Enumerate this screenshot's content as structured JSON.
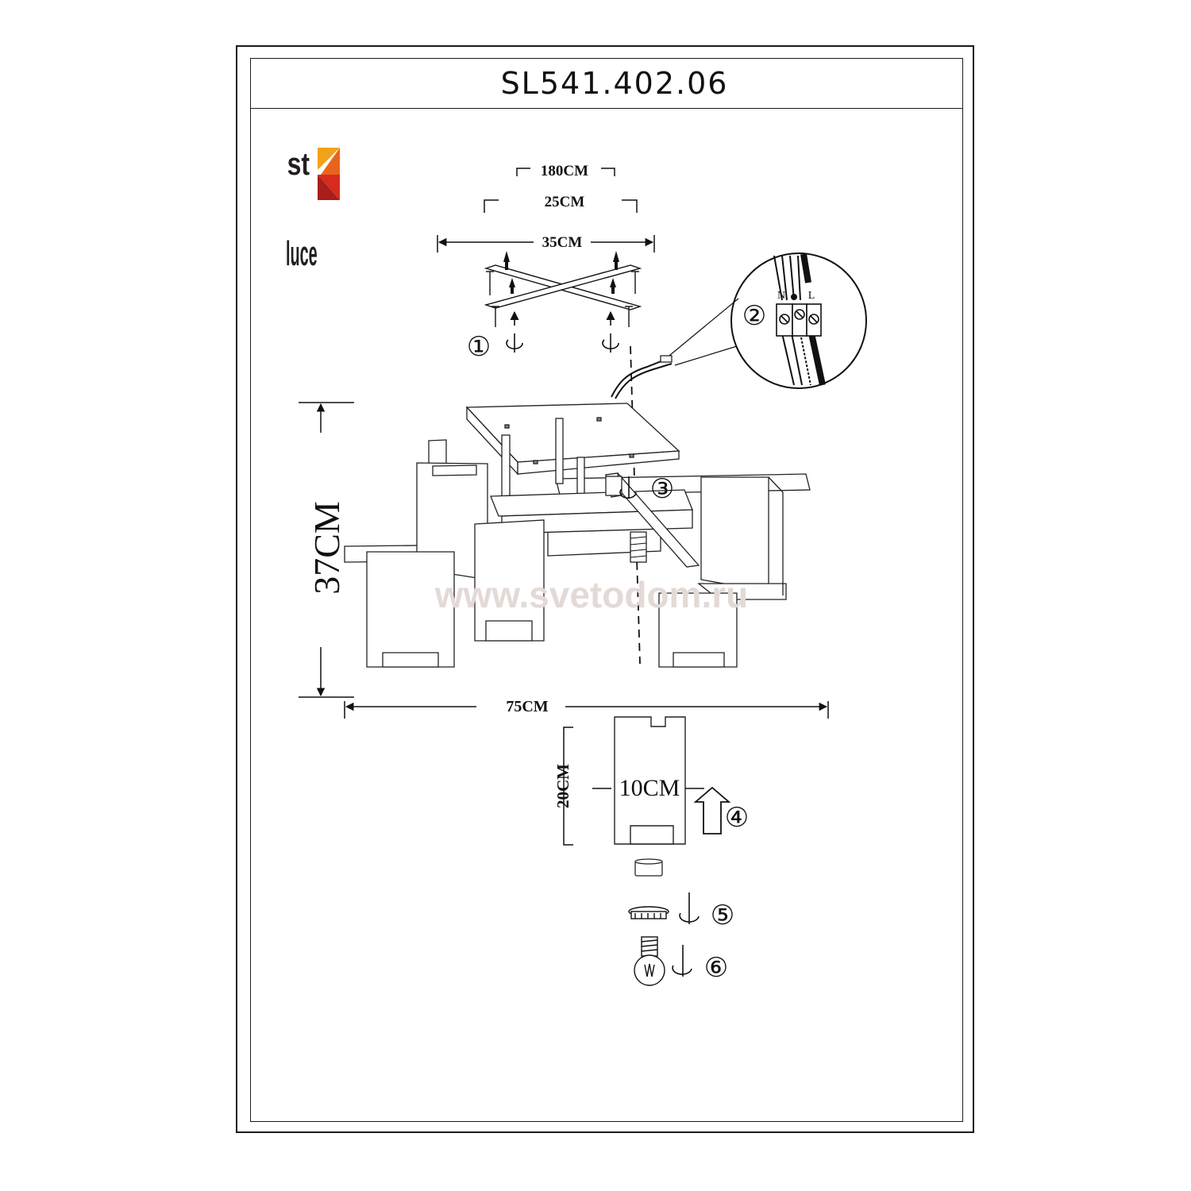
{
  "title": "SL541.402.06",
  "brand": {
    "logo_text_top": "st",
    "logo_text_bottom": "luce",
    "colors": {
      "orange": "#f4a11a",
      "red": "#d62c20",
      "dark_red": "#a81e1a",
      "ink": "#231f20"
    }
  },
  "dimensions": {
    "mount_a": "180CM",
    "mount_b": "25CM",
    "mount_c": "35CM",
    "height": "37CM",
    "width": "75CM",
    "shade_height": "20CM",
    "shade_width": "10CM"
  },
  "wiring_labels": {
    "neutral": "N",
    "live": "L"
  },
  "steps": [
    "①",
    "②",
    "③",
    "④",
    "⑤",
    "⑥"
  ],
  "watermark": "www.svetodom.ru"
}
